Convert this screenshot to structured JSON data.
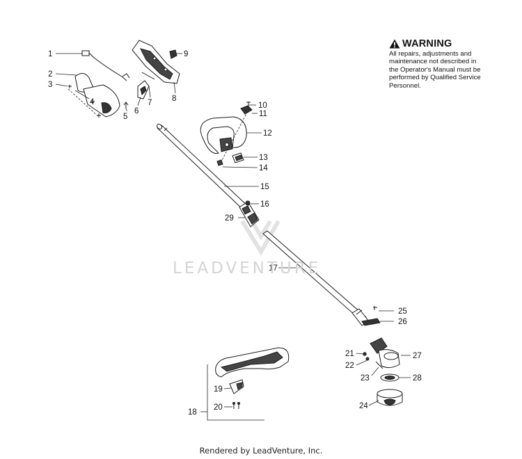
{
  "warning": {
    "icon": "warning-triangle-icon",
    "title": "WARNING",
    "text_lines": [
      "All repairs, adjustments and",
      "maintenance not described in",
      "the Operator's Manual must be",
      "performed by Qualified Service",
      "Personnel."
    ]
  },
  "watermark": "LEADVENTURE",
  "footer": "Rendered by LeadVenture, Inc.",
  "callouts": {
    "c1": "1",
    "c2": "2",
    "c3": "3",
    "c4": "4",
    "c5": "5",
    "c6": "6",
    "c7": "7",
    "c8": "8",
    "c9": "9",
    "c10": "10",
    "c11": "11",
    "c12": "12",
    "c13": "13",
    "c14": "14",
    "c15": "15",
    "c16": "16",
    "c17": "17",
    "c18": "18",
    "c19": "19",
    "c20": "20",
    "c21": "21",
    "c22": "22",
    "c23": "23",
    "c24": "24",
    "c25": "25",
    "c26": "26",
    "c27": "27",
    "c28": "28",
    "c29": "29"
  },
  "colors": {
    "ink": "#1a1a1a",
    "watermark": "#d4d4d4",
    "part_fill": "#ffffff",
    "shade": "#555555"
  }
}
